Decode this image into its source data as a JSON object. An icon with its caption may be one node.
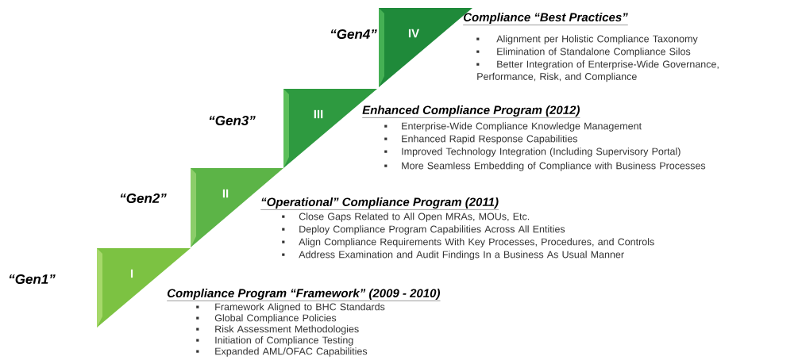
{
  "diagram": {
    "nodes": [
      {
        "text": [
          "I"
        ],
        "beside": [
          "“Gen1”"
        ]
      },
      {
        "text": [
          "II"
        ],
        "beside": [
          "“Gen2”"
        ]
      },
      {
        "text": [
          "III"
        ],
        "beside": [
          "“Gen3”"
        ]
      },
      {
        "text": [
          "IV"
        ],
        "beside": [
          "“Gen4”"
        ]
      }
    ],
    "labels": [
      "Compliance “Best Practices”",
      "Alignment per Holistic Compliance Taxonomy",
      "Elimination of Standalone Compliance Silos",
      "Better Integration of Enterprise-Wide Governance, Performance, Risk, and Compliance",
      "Enhanced Compliance Program (2012)",
      "Enterprise-Wide Compliance Knowledge Management",
      "Enhanced Rapid Response Capabilities",
      "Improved Technology Integration (Including Supervisory Portal)",
      "More Seamless Embedding of Compliance with Business Processes",
      "“Operational” Compliance Program (2011)",
      "Close Gaps Related to All Open MRAs, MOUs, Etc.",
      "Deploy Compliance Program Capabilities Across All Entities",
      "Align Compliance Requirements With Key Processes, Procedures, and Controls",
      "Address Examination and Audit Findings In a Business As Usual Manner",
      "Compliance Program “Framework” (2009 - 2010)",
      "Framework Aligned to BHC Standards",
      "Global Compliance Policies",
      "Risk Assessment Methodologies",
      "Initiation of Compliance Testing",
      "Expanded AML/OFAC Capabilities"
    ]
  }
}
